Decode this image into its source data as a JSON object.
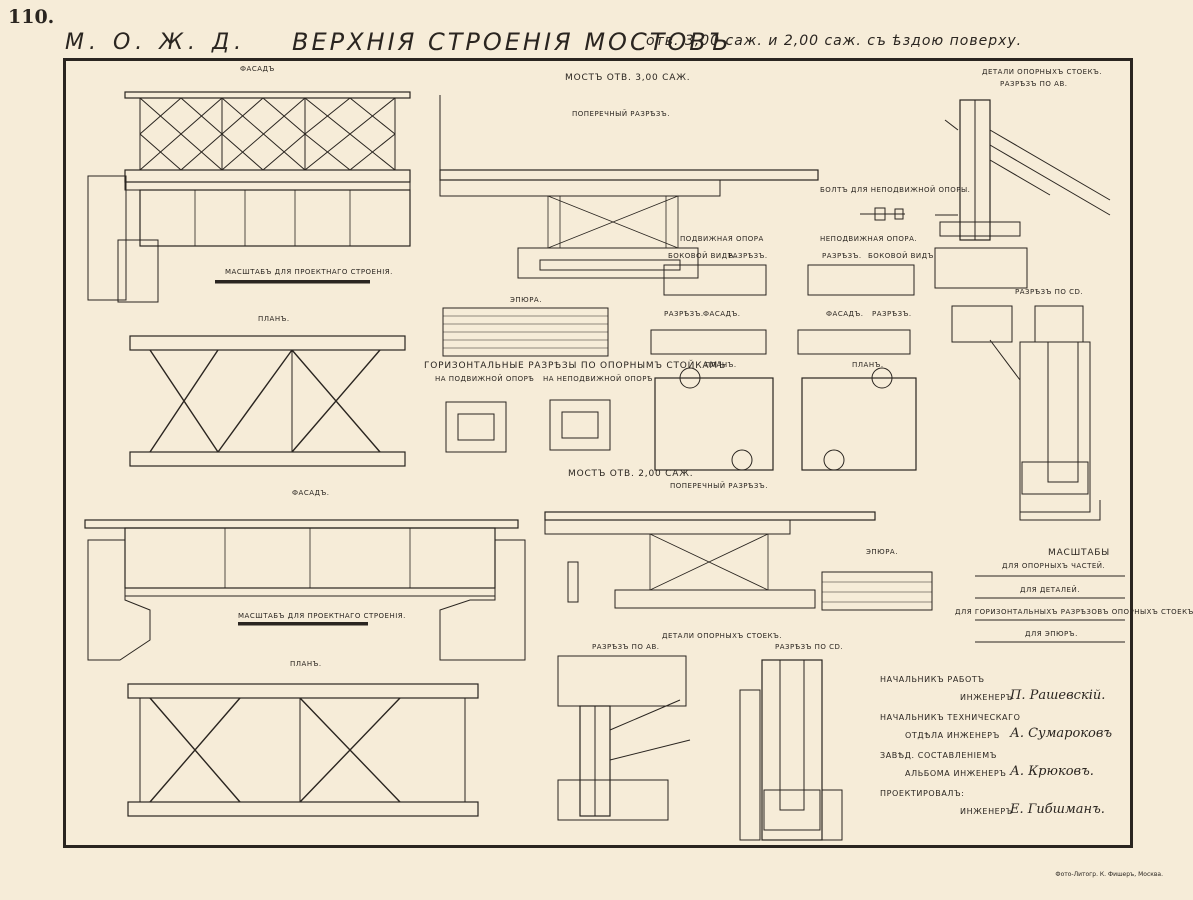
{
  "header": {
    "page_number": "110.",
    "railway": "М. О. Ж. Д.",
    "title": "ВЕРХНІЯ СТРОЕНІЯ МОСТОВЪ",
    "subtitle": "отв. 3,00 саж. и 2,00 саж. съ ѣздою поверху."
  },
  "labels": {
    "facade_top": "ФАСАДЪ",
    "bridge_3": "МОСТЪ ОТВ. 3,00 САЖ.",
    "cross_section_top": "ПОПЕРЕЧНЫЙ РАЗРѢЗЪ.",
    "bolt": "БОЛТЪ ДЛЯ НЕПОДВИЖНОЙ ОПОРЫ.",
    "details_supports_top": "ДЕТАЛИ ОПОРНЫХЪ СТОЕКЪ.",
    "section_ab_top": "РАЗРѢЗЪ ПО AB.",
    "scale_project_1": "МАСШТАБЪ ДЛЯ ПРОЕКТНАГО СТРОЕНІЯ.",
    "movable_support": "ПОДВИЖНАЯ ОПОРА",
    "fixed_support": "НЕПОДВИЖНАЯ ОПОРА.",
    "side_view_1": "БОКОВОЙ ВИДЪ.",
    "section_1": "РАЗРѢЗЪ.",
    "section_2": "РАЗРѢЗЪ.",
    "side_view_2": "БОКОВОЙ ВИДЪ.",
    "plan_top": "ПЛАНЪ.",
    "epure_top": "ЭПЮРА.",
    "horiz_sections": "ГОРИЗОНТАЛЬНЫЕ РАЗРѢЗЫ ПО ОПОРНЫМЪ СТОЙКАМЪ",
    "on_movable": "НА ПОДВИЖНОЙ ОПОРѢ",
    "on_fixed": "НА НЕПОДВИЖНОЙ ОПОРѢ",
    "section_3": "РАЗРѢЗЪ.",
    "facade_3": "ФАСАДЪ.",
    "facade_4": "ФАСАДЪ.",
    "section_4": "РАЗРѢЗЪ.",
    "plan_small_1": "ПЛАНЪ.",
    "plan_small_2": "ПЛАНЪ.",
    "section_cd_top": "РАЗРѢЗЪ ПО CD.",
    "facade_mid": "ФАСАДЪ.",
    "bridge_2": "МОСТЪ ОТВ. 2,00 САЖ.",
    "cross_section_mid": "ПОПЕРЕЧНЫЙ РАЗРѢЗЪ.",
    "scale_project_2": "МАСШТАБЪ ДЛЯ ПРОЕКТНАГО СТРОЕНІЯ.",
    "plan_bottom": "ПЛАНЪ.",
    "epure_mid": "ЭПЮРА.",
    "scales": "МАСШТАБЫ",
    "for_support_parts": "ДЛЯ ОПОРНЫХЪ ЧАСТЕЙ.",
    "for_details": "ДЛЯ ДЕТАЛЕЙ.",
    "for_horiz_sections": "ДЛЯ ГОРИЗОНТАЛЬНЫХЪ РАЗРѢЗОВЪ ОПОРНЫХЪ СТОЕКЪ.",
    "for_epures": "ДЛЯ ЭПЮРЪ.",
    "details_supports_bottom": "ДЕТАЛИ ОПОРНЫХЪ СТОЕКЪ.",
    "section_ab_bottom": "РАЗРѢЗЪ ПО AB.",
    "section_cd_bottom": "РАЗРѢЗЪ ПО CD."
  },
  "signatures": [
    {
      "role1": "НАЧАЛЬНИКЪ РАБОТЪ",
      "role2": "ИНЖЕНЕРЪ",
      "name": "П. Рашевскій."
    },
    {
      "role1": "НАЧАЛЬНИКЪ ТЕХНИЧЕСКАГО",
      "role2": "ОТДѢЛА ИНЖЕНЕРЪ",
      "name": "А. Сумароковъ"
    },
    {
      "role1": "ЗАВѢД. СОСТАВЛЕНІЕМЪ",
      "role2": "АЛЬБОМА ИНЖЕНЕРЪ",
      "name": "А. Крюковъ."
    },
    {
      "role1": "ПРОЕКТИРОВАЛЪ:",
      "role2": "ИНЖЕНЕРЪ",
      "name": "Е. Гибшманъ."
    }
  ],
  "credit": "Фото-Литогр. К. Фишеръ, Москва."
}
